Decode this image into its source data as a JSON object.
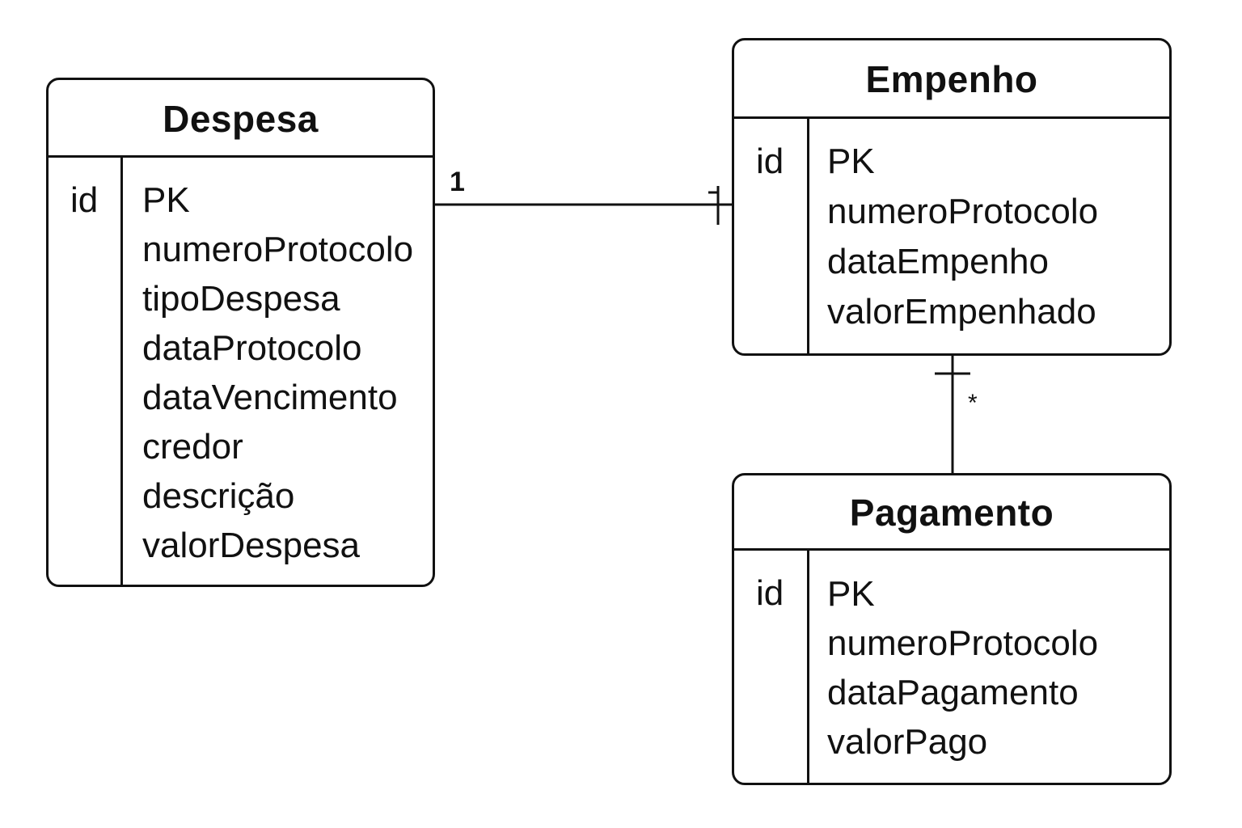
{
  "entities": {
    "despesa": {
      "title": "Despesa",
      "key": "id",
      "attributes": [
        "PK",
        "numeroProtocolo",
        "tipoDespesa",
        "dataProtocolo",
        "dataVencimento",
        "credor",
        "descrição",
        "valorDespesa"
      ]
    },
    "empenho": {
      "title": "Empenho",
      "key": "id",
      "attributes": [
        "PK",
        "numeroProtocolo",
        "dataEmpenho",
        "valorEmpenhado"
      ]
    },
    "pagamento": {
      "title": "Pagamento",
      "key": "id",
      "attributes": [
        "PK",
        "numeroProtocolo",
        "dataPagamento",
        "valorPago"
      ]
    }
  },
  "relationships": {
    "despesa_empenho": {
      "from": "Despesa",
      "to": "Empenho",
      "from_cardinality": "1",
      "to_notation": "one"
    },
    "empenho_pagamento": {
      "from": "Empenho",
      "to": "Pagamento",
      "from_notation": "one",
      "to_cardinality": "*"
    }
  },
  "colors": {
    "stroke": "#111111",
    "background": "#ffffff"
  }
}
